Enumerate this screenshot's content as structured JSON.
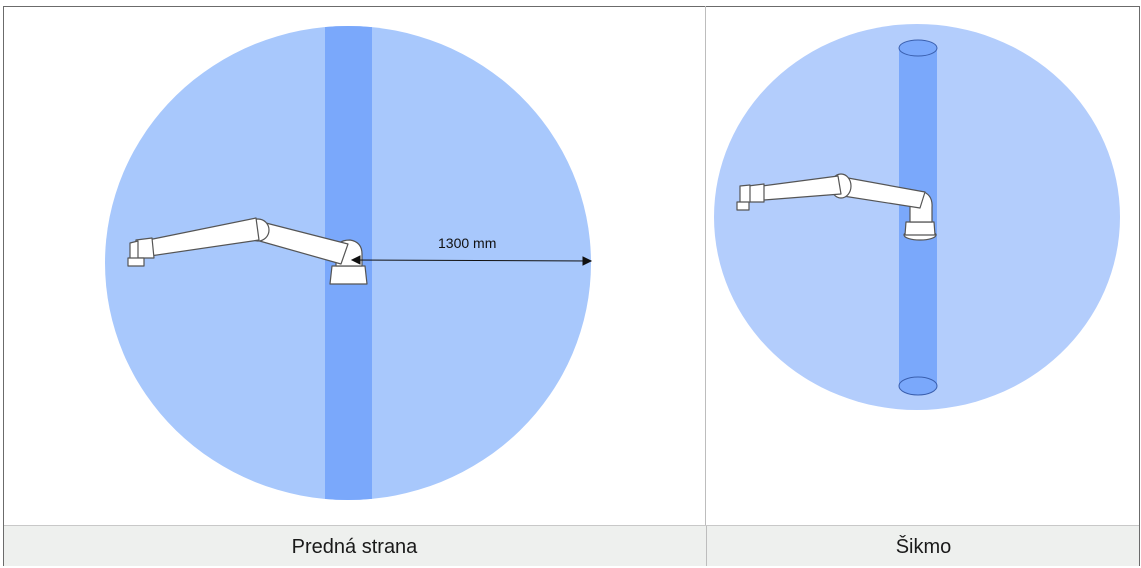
{
  "views": {
    "front": {
      "caption": "Predná strana",
      "dimension_label": "1300 mm"
    },
    "oblique": {
      "caption": "Šikmo"
    }
  },
  "colors": {
    "reach_sphere": "#a8c8fc",
    "mounting_column": "#7aa8fb",
    "column_outline": "#3a5fae",
    "robot_body": "#ffffff",
    "robot_outline": "#555555",
    "caption_background": "#eef0ee",
    "frame_border": "#6b6b6b"
  }
}
